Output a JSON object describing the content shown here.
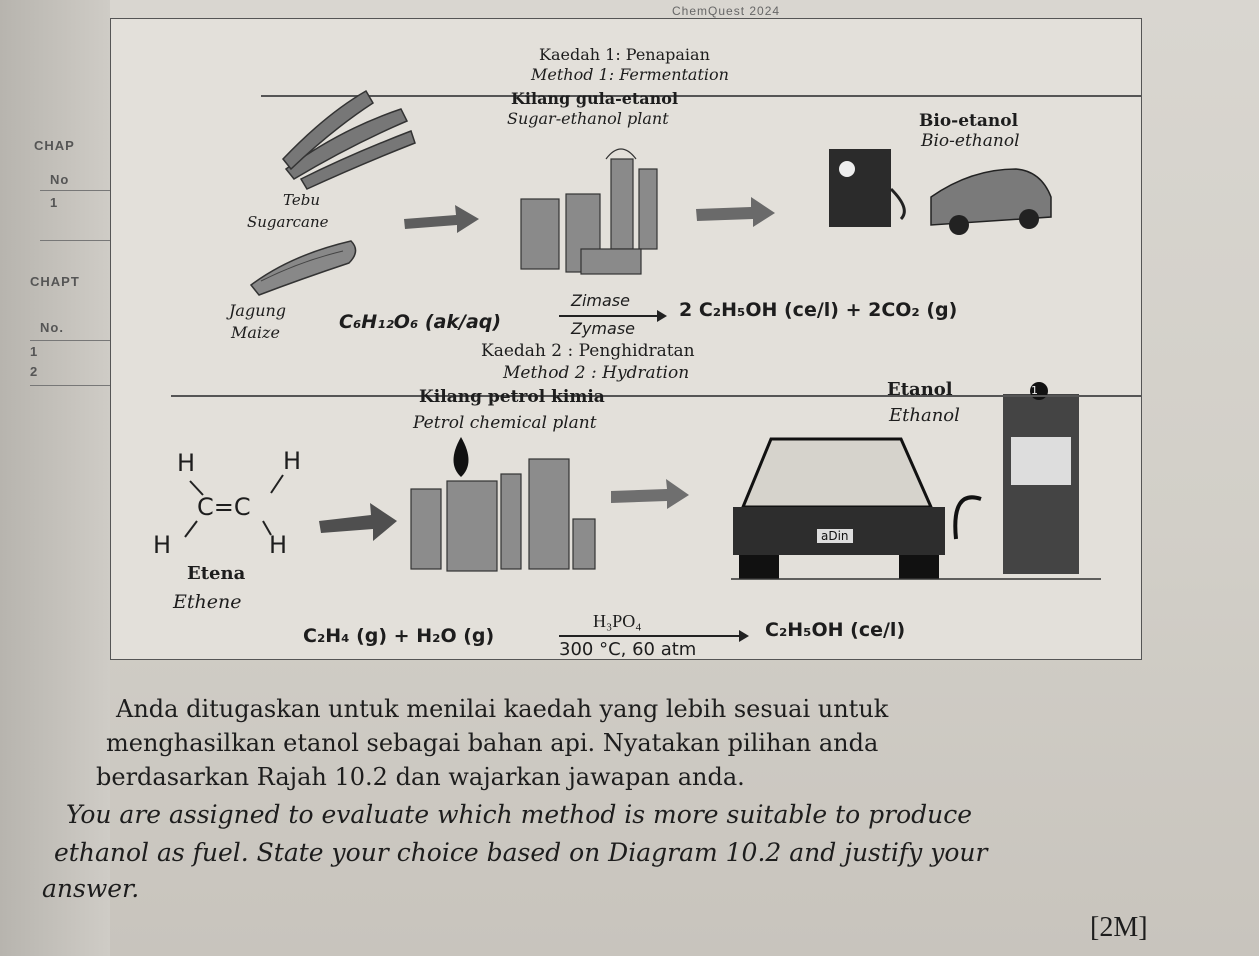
{
  "header": {
    "book": "ChemQuest 2024"
  },
  "margin": {
    "chap1": "CHAP",
    "no1": "No",
    "num1": "1",
    "chap2": "CHAPT",
    "no2": "No.",
    "num2a": "1",
    "num2b": "2"
  },
  "method1": {
    "title_ms": "Kaedah 1: Penapaian",
    "title_en": "Method 1: Fermentation",
    "plant_ms": "Kilang gula-etanol",
    "plant_en": "Sugar-ethanol plant",
    "product_ms": "Bio-etanol",
    "product_en": "Bio-ethanol",
    "source1_ms": "Tebu",
    "source1_en": "Sugarcane",
    "source2_ms": "Jagung",
    "source2_en": "Maize",
    "equation": {
      "reactant": "C₆H₁₂O₆ (ak/aq)",
      "catalyst_ms": "Zimase",
      "catalyst_en": "Zymase",
      "product": "2 C₂H₅OH (ce/l) + 2CO₂ (g)"
    }
  },
  "method2": {
    "title_ms": "Kaedah 2 : Penghidratan",
    "title_en": "Method 2 : Hydration",
    "plant_ms": "Kilang petrol kimia",
    "plant_en": "Petrol chemical plant",
    "product_ms": "Etanol",
    "product_en": "Ethanol",
    "reactant_ms": "Etena",
    "reactant_en": "Ethene",
    "atoms": {
      "h1": "H",
      "h2": "H",
      "h3": "H",
      "h4": "H",
      "bond": "C=C"
    },
    "car_plate": "aDin",
    "pump_number": "1",
    "equation": {
      "reactant": "C₂H₄ (g) + H₂O (g)",
      "catalyst": "H₃PO₄",
      "conditions": "300 °C, 60 atm",
      "product": "C₂H₅OH (ce/l)"
    }
  },
  "question": {
    "line1_ms": "Anda ditugaskan untuk menilai kaedah yang lebih sesuai untuk",
    "line2_ms": "menghasilkan etanol sebagai bahan api. Nyatakan pilihan anda",
    "line3_ms": "berdasarkan Rajah 10.2 dan wajarkan jawapan anda.",
    "line1_en": "You are assigned to evaluate which method is more suitable to produce",
    "line2_en": "ethanol as fuel. State your choice based on Diagram 10.2 and justify your",
    "line3_en": "answer.",
    "marks": "[2M]"
  },
  "colors": {
    "paper": "#e3e0da",
    "ink": "#1d1d1d",
    "arrow": "#6a6a6a"
  }
}
